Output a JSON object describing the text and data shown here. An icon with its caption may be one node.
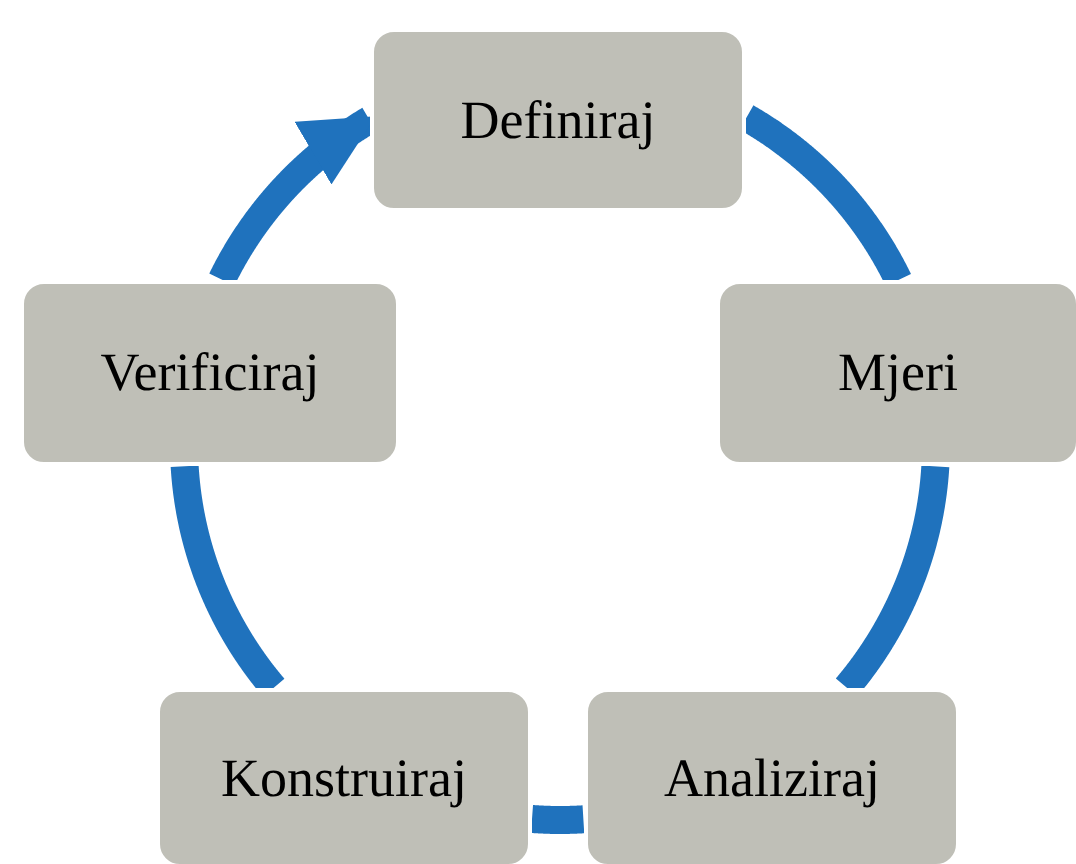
{
  "diagram": {
    "nodes": [
      {
        "text": [
          "Definiraj"
        ]
      },
      {
        "text": [
          "Mjeri"
        ]
      },
      {
        "text": [
          "Analiziraj"
        ]
      },
      {
        "text": [
          "Konstruiraj"
        ]
      },
      {
        "text": [
          "Verificiraj"
        ]
      }
    ],
    "edges": [
      {
        "from": 0,
        "to": 1,
        "arrow": "none"
      },
      {
        "from": 1,
        "to": 2,
        "arrow": "none"
      },
      {
        "from": 2,
        "to": 3,
        "arrow": "none"
      },
      {
        "from": 3,
        "to": 4,
        "arrow": "none"
      },
      {
        "from": 4,
        "to": 0,
        "arrow": "to"
      }
    ]
  }
}
